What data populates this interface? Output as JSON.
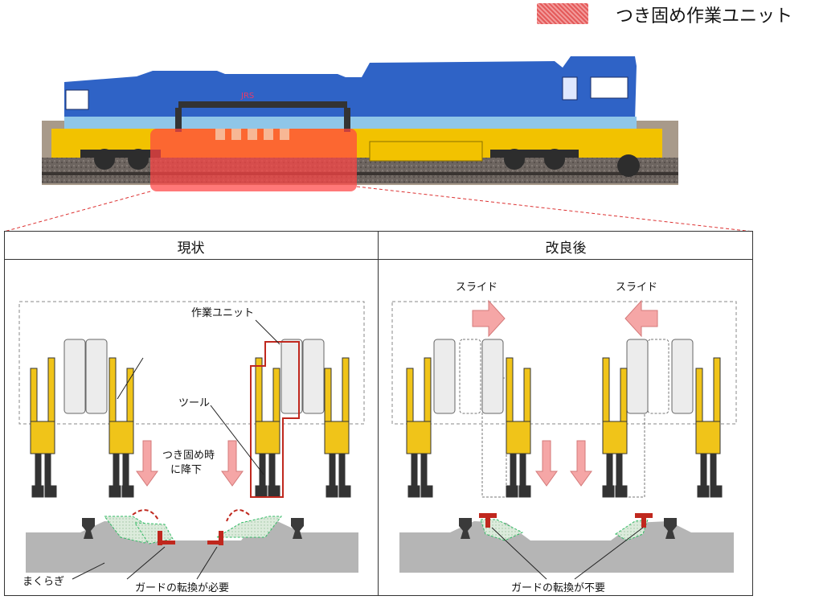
{
  "legend": {
    "label": "つき固め作業ユニット",
    "color": "#e45a5a"
  },
  "panels": {
    "current": {
      "title": "現状"
    },
    "improved": {
      "title": "改良後"
    }
  },
  "labels": {
    "work_unit": "作業ユニット",
    "tool": "ツール",
    "tamping_lower_line1": "つき固め時",
    "tamping_lower_line2": "に降下",
    "slide_left": "スライド",
    "slide_right": "スライド",
    "sleeper": "まくらぎ",
    "guard_needed": "ガードの転換が必要",
    "guard_unneeded": "ガードの転換が不要"
  },
  "colors": {
    "loco_blue": "#2f63c6",
    "loco_light": "#8fc6e8",
    "loco_yellow": "#f2c200",
    "tool_yellow": "#f0c419",
    "guard_red": "#c0281e",
    "ballast_gray": "#b5b5b5",
    "arrow_pink": "#f5a6a6",
    "guard_green": "#cfe8d2"
  }
}
